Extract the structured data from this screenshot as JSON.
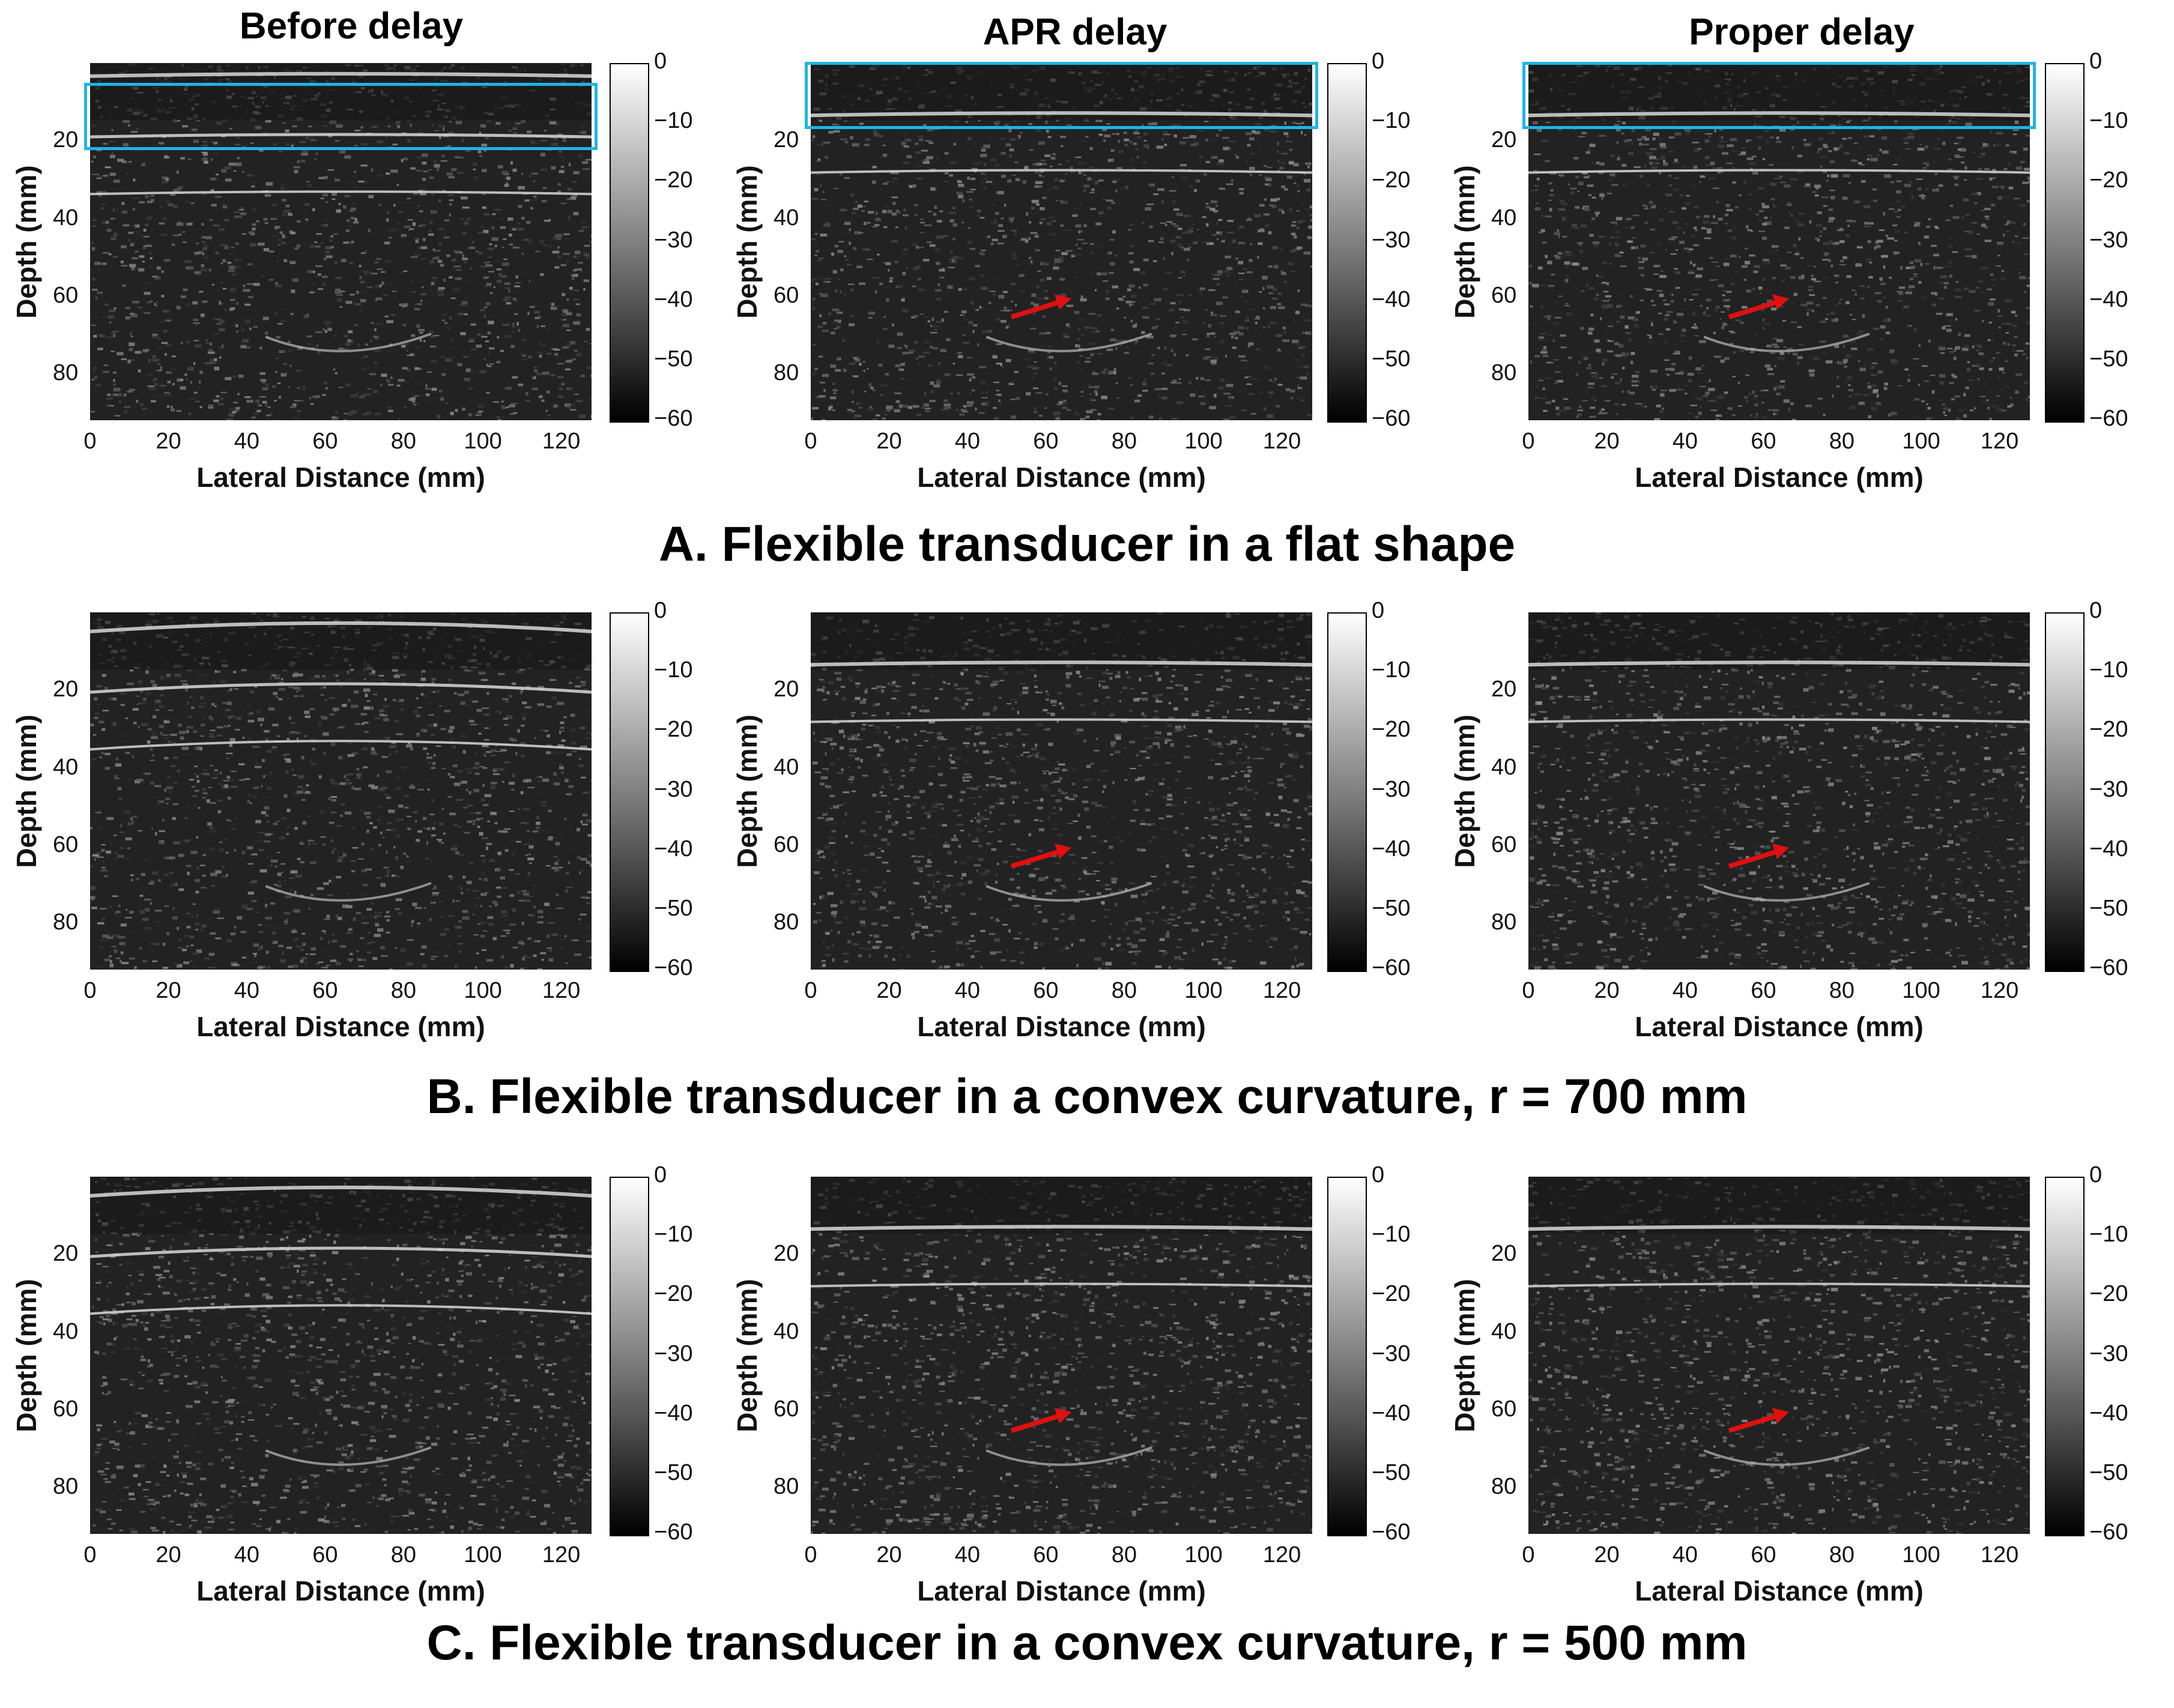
{
  "columns": [
    "Before delay",
    "APR delay",
    "Proper delay"
  ],
  "rows": [
    {
      "caption": "A. Flexible transducer in a flat shape"
    },
    {
      "caption": "B. Flexible transducer in a convex curvature, r = 700 mm"
    },
    {
      "caption": "C. Flexible transducer in a convex curvature, r = 500 mm"
    }
  ],
  "axes": {
    "xlabel": "Lateral Distance (mm)",
    "ylabel": "Depth (mm)",
    "xticks": [
      "0",
      "20",
      "40",
      "60",
      "80",
      "100",
      "120"
    ],
    "yticks": [
      "20",
      "40",
      "60",
      "80"
    ],
    "colorbar_ticks": [
      "0",
      "−10",
      "−20",
      "−30",
      "−40",
      "−50",
      "−60"
    ]
  },
  "colors": {
    "roi_box": "#1fb4e6",
    "arrow": "#e01010"
  }
}
